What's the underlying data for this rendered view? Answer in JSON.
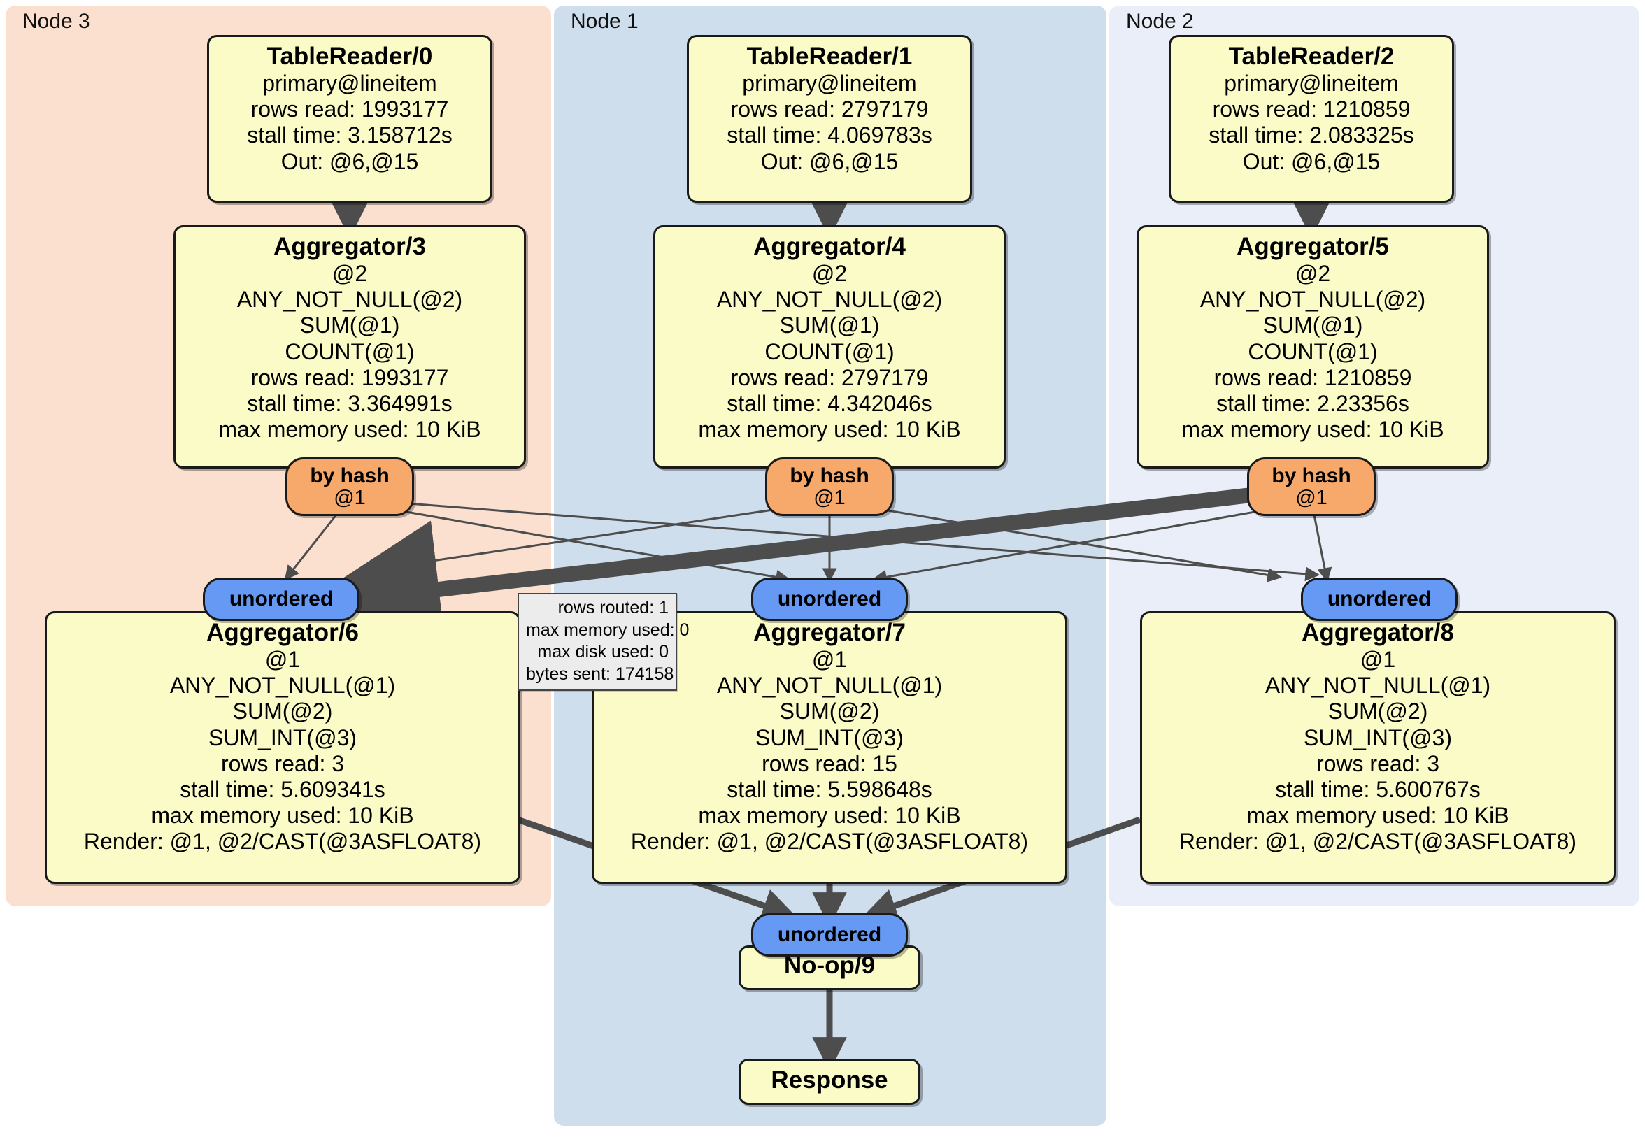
{
  "clusters": [
    {
      "label": "Node 3"
    },
    {
      "label": "Node 1"
    },
    {
      "label": "Node 2"
    }
  ],
  "colors": {
    "node3_bg": "#fbe0cf",
    "node1_bg": "#cedeec",
    "node2_bg": "#e9eef8",
    "processor_box": "#fbfbc8",
    "router_badge": "#f6a96a",
    "stream_badge": "#6699f4",
    "stats_box": "#ececec",
    "edge": "#4d4d4d",
    "border": "#1a1a1a"
  },
  "readers": [
    {
      "title": "TableReader/0",
      "lines": [
        "primary@lineitem",
        "rows read: 1993177",
        "stall time: 3.158712s",
        "Out: @6,@15"
      ]
    },
    {
      "title": "TableReader/1",
      "lines": [
        "primary@lineitem",
        "rows read: 2797179",
        "stall time: 4.069783s",
        "Out: @6,@15"
      ]
    },
    {
      "title": "TableReader/2",
      "lines": [
        "primary@lineitem",
        "rows read: 1210859",
        "stall time: 2.083325s",
        "Out: @6,@15"
      ]
    }
  ],
  "aggregators_stage1": [
    {
      "title": "Aggregator/3",
      "lines": [
        "@2",
        "ANY_NOT_NULL(@2)",
        "SUM(@1)",
        "COUNT(@1)",
        "rows read: 1993177",
        "stall time: 3.364991s",
        "max memory used: 10 KiB"
      ]
    },
    {
      "title": "Aggregator/4",
      "lines": [
        "@2",
        "ANY_NOT_NULL(@2)",
        "SUM(@1)",
        "COUNT(@1)",
        "rows read: 2797179",
        "stall time: 4.342046s",
        "max memory used: 10 KiB"
      ]
    },
    {
      "title": "Aggregator/5",
      "lines": [
        "@2",
        "ANY_NOT_NULL(@2)",
        "SUM(@1)",
        "COUNT(@1)",
        "rows read: 1210859",
        "stall time: 2.23356s",
        "max memory used: 10 KiB"
      ]
    }
  ],
  "routers": [
    {
      "kind": "by hash",
      "column": "@1"
    },
    {
      "kind": "by hash",
      "column": "@1"
    },
    {
      "kind": "by hash",
      "column": "@1"
    }
  ],
  "streams_mid": [
    {
      "label": "unordered"
    },
    {
      "label": "unordered"
    },
    {
      "label": "unordered"
    }
  ],
  "aggregators_stage2": [
    {
      "title": "Aggregator/6",
      "lines": [
        "@1",
        "ANY_NOT_NULL(@1)",
        "SUM(@2)",
        "SUM_INT(@3)",
        "rows read: 3",
        "stall time: 5.609341s",
        "max memory used: 10 KiB",
        "Render: @1, @2/CAST(@3ASFLOAT8)"
      ]
    },
    {
      "title": "Aggregator/7",
      "lines": [
        "@1",
        "ANY_NOT_NULL(@1)",
        "SUM(@2)",
        "SUM_INT(@3)",
        "rows read: 15",
        "stall time: 5.598648s",
        "max memory used: 10 KiB",
        "Render: @1, @2/CAST(@3ASFLOAT8)"
      ]
    },
    {
      "title": "Aggregator/8",
      "lines": [
        "@1",
        "ANY_NOT_NULL(@1)",
        "SUM(@2)",
        "SUM_INT(@3)",
        "rows read: 3",
        "stall time: 5.600767s",
        "max memory used: 10 KiB",
        "Render: @1, @2/CAST(@3ASFLOAT8)"
      ]
    }
  ],
  "edge_stats": {
    "lines": [
      "rows routed: 1",
      "max memory used: 0",
      "max disk used: 0",
      "bytes sent: 174158"
    ]
  },
  "final_stream": {
    "label": "unordered"
  },
  "noop": {
    "title": "No-op/9"
  },
  "response": {
    "title": "Response"
  }
}
